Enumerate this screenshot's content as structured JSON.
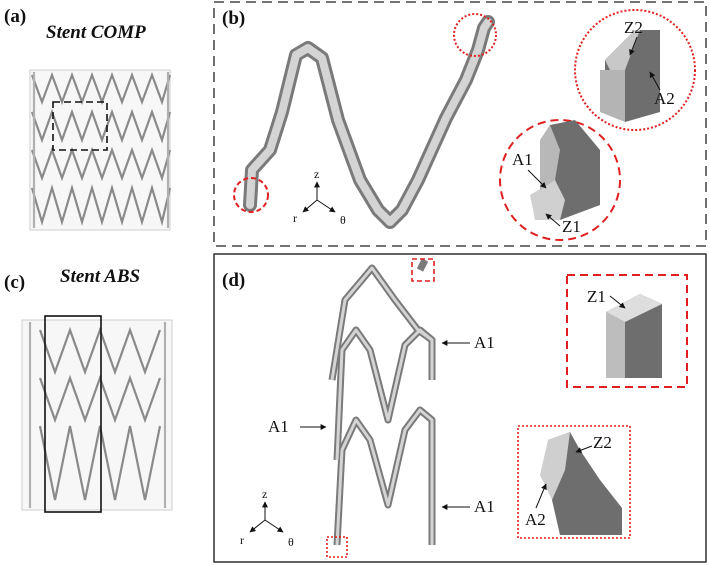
{
  "panels": {
    "a": {
      "label": "(a)",
      "title": "Stent COMP"
    },
    "b": {
      "label": "(b)"
    },
    "c": {
      "label": "(c)",
      "title": "Stent ABS"
    },
    "d": {
      "label": "(d)"
    }
  },
  "annotations": {
    "b_zoom_top": {
      "z": "Z2",
      "a": "A2"
    },
    "b_zoom_bottom": {
      "a": "A1",
      "z": "Z1"
    },
    "d_arrows": {
      "top": "A1",
      "middle": "A1",
      "bottom": "A1"
    },
    "d_zoom_top": {
      "z": "Z1"
    },
    "d_zoom_bottom": {
      "z": "Z2",
      "a": "A2"
    }
  },
  "axes": {
    "z": "z",
    "r": "r",
    "theta": "θ"
  },
  "colors": {
    "strut_light": "#d4d4d4",
    "strut_dark": "#7a7a7a",
    "highlight_red": "#e02020",
    "frame": "#222222"
  }
}
